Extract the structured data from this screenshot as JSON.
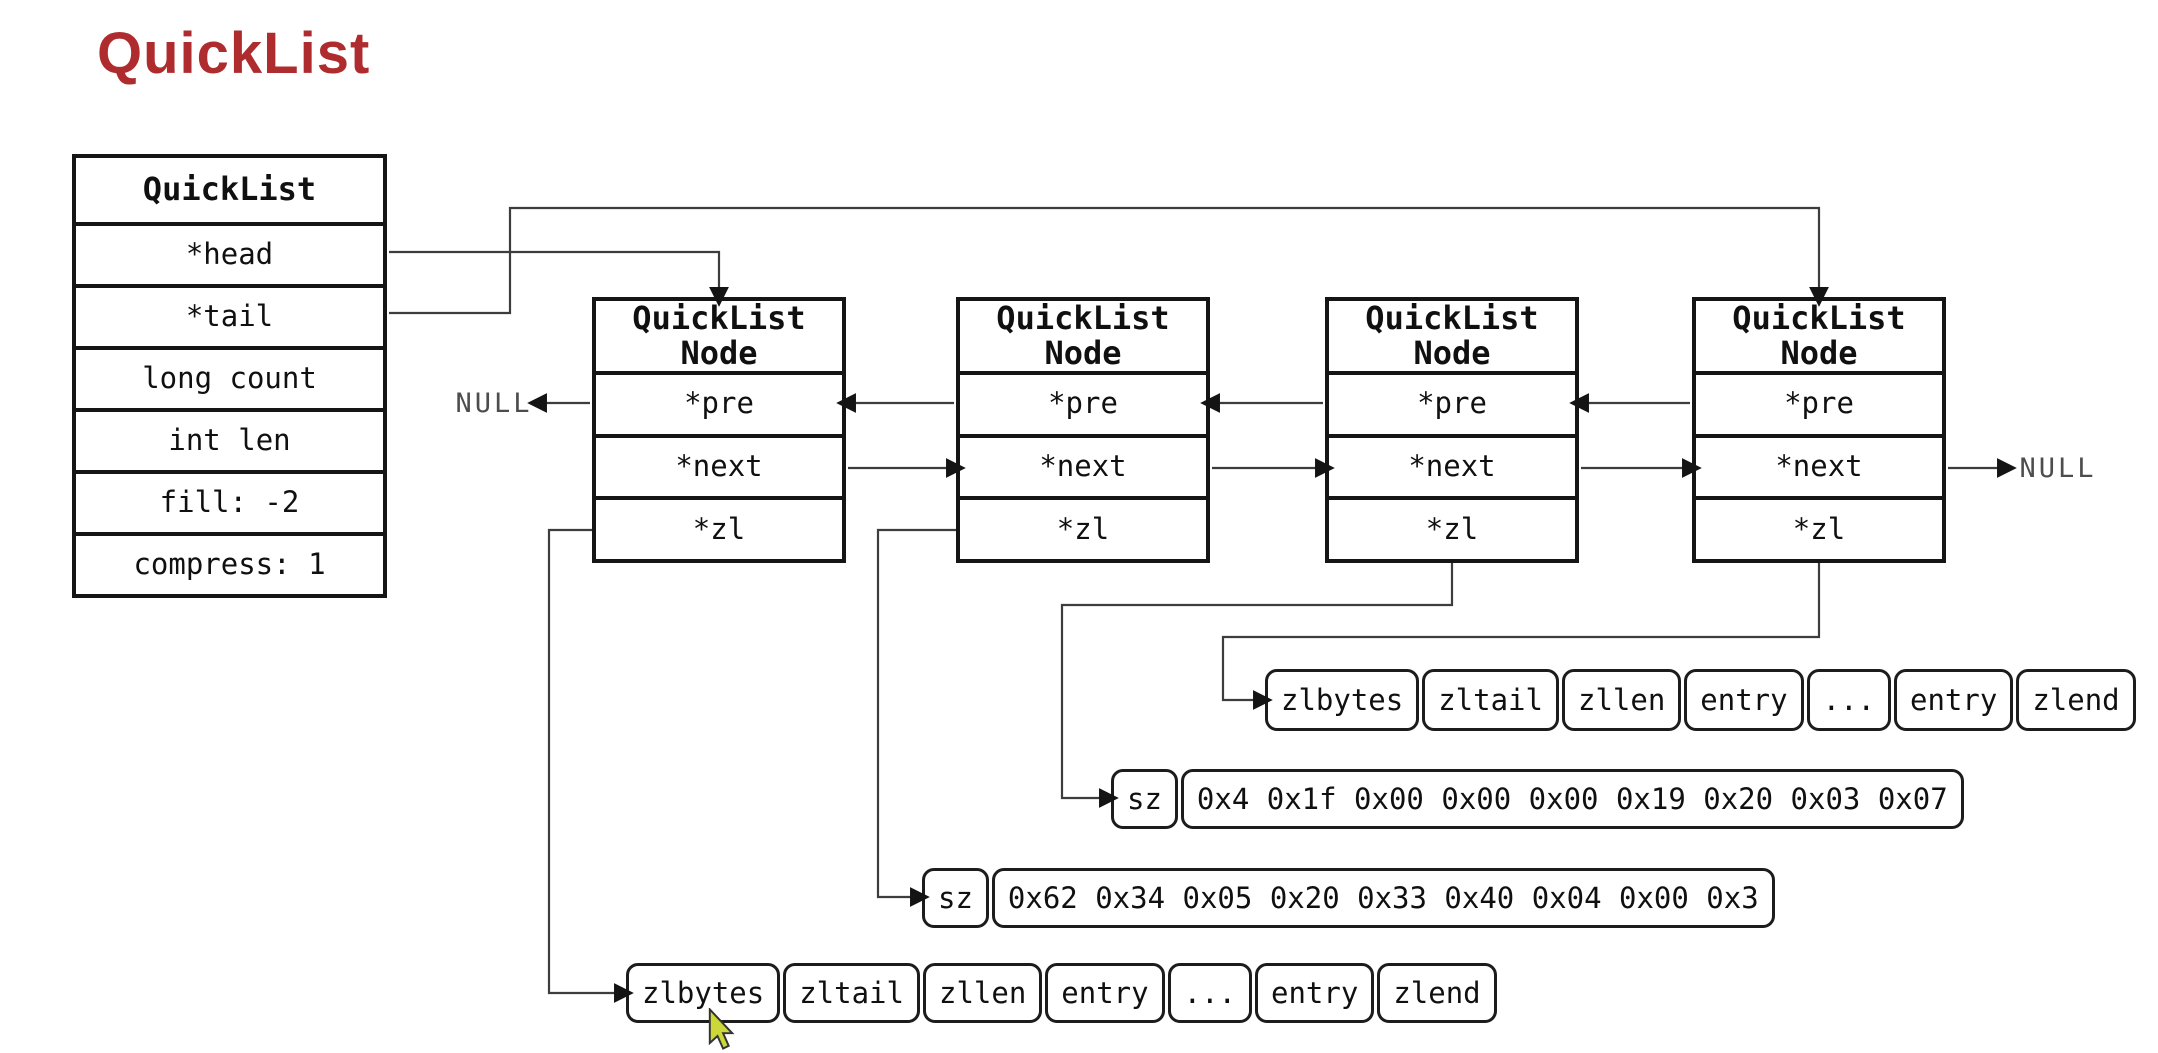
{
  "title": "QuickList",
  "colors": {
    "title_accent": "#ae2c2e",
    "box_border": "#151515",
    "wire": "#3d3d3d",
    "null_text": "#4d4d4d",
    "cursor_fill": "#ccd83a"
  },
  "quicklist": {
    "header": "QuickList",
    "fields": [
      "*head",
      "*tail",
      "long count",
      "int len",
      "fill: -2",
      "compress: 1"
    ]
  },
  "nodes": [
    {
      "header_line1": "QuickList",
      "header_line2": "Node",
      "fields": [
        "*pre",
        "*next",
        "*zl"
      ]
    },
    {
      "header_line1": "QuickList",
      "header_line2": "Node",
      "fields": [
        "*pre",
        "*next",
        "*zl"
      ]
    },
    {
      "header_line1": "QuickList",
      "header_line2": "Node",
      "fields": [
        "*pre",
        "*next",
        "*zl"
      ]
    },
    {
      "header_line1": "QuickList",
      "header_line2": "Node",
      "fields": [
        "*pre",
        "*next",
        "*zl"
      ]
    }
  ],
  "labels": {
    "null_left": "NULL",
    "null_right": "NULL"
  },
  "ziplists": {
    "top": {
      "cells": [
        "zlbytes",
        "zltail",
        "zllen",
        "entry",
        "...",
        "entry",
        "zlend"
      ]
    },
    "sz1": {
      "label": "sz",
      "bytes": "0x4 0x1f 0x00 0x00 0x00 0x19 0x20 0x03 0x07"
    },
    "sz2": {
      "label": "sz",
      "bytes": "0x62 0x34 0x05 0x20 0x33 0x40 0x04 0x00 0x3"
    },
    "bottom": {
      "cells": [
        "zlbytes",
        "zltail",
        "zllen",
        "entry",
        "...",
        "entry",
        "zlend"
      ]
    }
  }
}
